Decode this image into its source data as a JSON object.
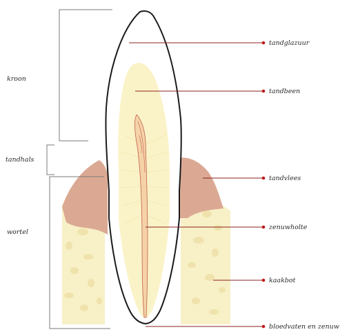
{
  "left_labels": {
    "kroon": "kroon",
    "tandhals": "tandhals",
    "wortel": "wortel"
  },
  "right_labels": {
    "tandglazuur": "tandglazuur",
    "tandbeen": "tandbeen",
    "tandvlees": "tandvlees",
    "zenuwholte": "zenuwholte",
    "kaakbot": "kaakbot",
    "bloedvaten": "bloedvaten en zenuw"
  },
  "colors": {
    "enamel": "#ffffff",
    "dentin": "#fbf3c8",
    "pulp": "#f5d2a8",
    "gum": "#dba993",
    "bone": "#f8f0c6",
    "bone_spots": "#efe2ac",
    "outline": "#1a1a1a",
    "label_dot": "#c01818"
  }
}
